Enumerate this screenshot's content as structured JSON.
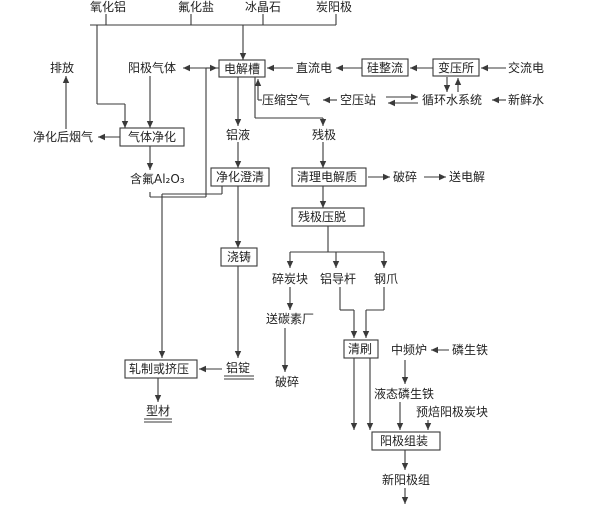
{
  "raw": {
    "alumina": "氧化铝",
    "fluoride": "氟化盐",
    "cryolite": "冰晶石",
    "anode_carbon": "炭阳极"
  },
  "electrolysis": {
    "cell": "电解槽",
    "anode_gas": "阳极气体",
    "dc_power": "直流电",
    "compressed_air": "压缩空气",
    "residual_anode": "残极"
  },
  "power": {
    "rectifier": "硅整流",
    "substation": "变压所",
    "ac_power": "交流电"
  },
  "utilities": {
    "air_station": "空压站",
    "circulating_water": "循环水系统",
    "fresh_water": "新鲜水"
  },
  "gas": {
    "purification": "气体净化",
    "emission": "排放",
    "clean_flue_gas": "净化后烟气",
    "fluorinated_alumina": "含氟Al₂O₃"
  },
  "aluminum": {
    "liquid": "铝液",
    "clarification": "净化澄清",
    "casting": "浇铸",
    "rolling_extrusion": "轧制或挤压",
    "ingot": "铝锭",
    "profile": "型材"
  },
  "anode": {
    "clean_electrolyte": "清理电解质",
    "crushing": "破碎",
    "to_cell": "送电解",
    "press_off": "残极压脱",
    "crushed_block": "碎炭块",
    "rod": "铝导杆",
    "claw": "钢爪",
    "to_carbon_plant": "送碳素厂",
    "crush2": "破碎",
    "cleaning": "清刷",
    "medium_furnace": "中频炉",
    "phosphor_iron": "磷生铁",
    "liquid_iron": "液态磷生铁",
    "prebaked": "预焙阳极炭块",
    "assembly": "阳极组装",
    "new_anode": "新阳极组"
  }
}
